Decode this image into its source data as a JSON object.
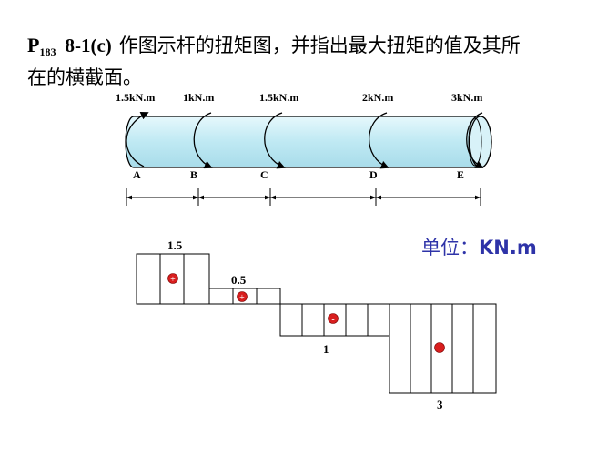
{
  "problem": {
    "code": "P",
    "page": "183",
    "number": "8-1(c)",
    "text_line1": "作图示杆的扭矩图，并指出最大扭矩的值及其所",
    "text_line2": "在的横截面。"
  },
  "moments": [
    {
      "label": "1.5kN.m"
    },
    {
      "label": "1kN.m"
    },
    {
      "label": "1.5kN.m"
    },
    {
      "label": "2kN.m"
    },
    {
      "label": "3kN.m"
    }
  ],
  "sections": [
    "A",
    "B",
    "C",
    "D",
    "E"
  ],
  "torque_diagram": {
    "values": [
      "1.5",
      "0.5",
      "1",
      "3"
    ],
    "segments": [
      {
        "from": "A",
        "to": "B",
        "torque": 1.5,
        "sign": "+"
      },
      {
        "from": "B",
        "to": "C",
        "torque": 0.5,
        "sign": "+"
      },
      {
        "from": "C",
        "to": "D",
        "torque": -1,
        "sign": "-"
      },
      {
        "from": "D",
        "to": "E",
        "torque": -3,
        "sign": "-"
      }
    ]
  },
  "unit": {
    "label": "单位：",
    "value": "KN.m"
  },
  "colors": {
    "shaft": "#c9eef6",
    "unit_text": "#2e33a8",
    "sign_marker": "#d81e1e"
  }
}
